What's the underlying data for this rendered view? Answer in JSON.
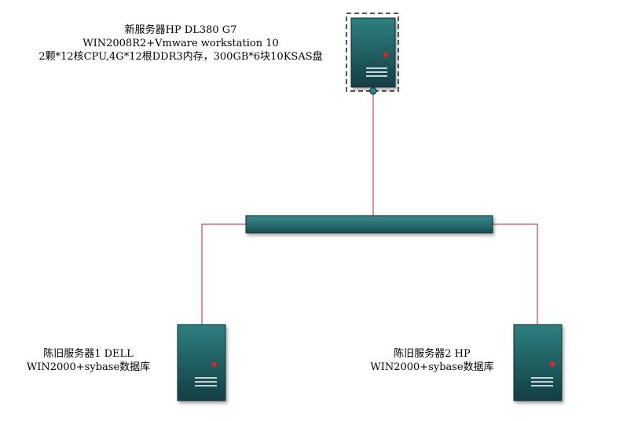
{
  "colors": {
    "server_top": "#2f7f7f",
    "server_bottom": "#123f44",
    "server_border": "#0b2e33",
    "switch_fill": "#2a6f72",
    "cable": "#b02a2a",
    "led": "#e02020",
    "selection": "#555555",
    "connector": "#2a8a8a"
  },
  "icons": {
    "server": "server-icon",
    "switch": "network-switch-icon",
    "led": "power-led-icon"
  },
  "nodes": {
    "new_server": {
      "lines": [
        "新服务器HP DL380 G7",
        "WIN2008R2+Vmware workstation 10",
        "2颗*12核CPU,4G*12根DDR3内存，300GB*6块10KSAS盘"
      ],
      "selected": true
    },
    "old_server_1": {
      "lines": [
        "陈旧服务器1 DELL",
        "WIN2000+sybase数据库"
      ]
    },
    "old_server_2": {
      "lines": [
        "陈旧服务器2 HP",
        "WIN2000+sybase数据库"
      ]
    }
  }
}
